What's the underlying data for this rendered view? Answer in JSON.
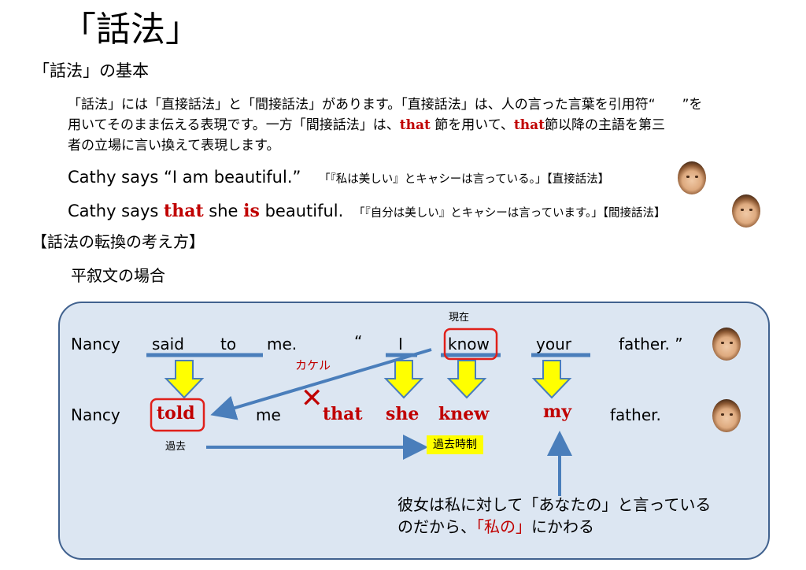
{
  "title": "「話法」",
  "basics_heading": "「話法」の基本",
  "paragraph": {
    "l1": "「話法」には「直接話法」と「間接話法」があります。「直接話法」は、人の言った言葉を引用符“　　”を",
    "l2a": "用いてそのまま伝える表現です。一方「間接話法」は、",
    "l2b": "that",
    "l2c": " 節を用いて、",
    "l2d": "that",
    "l2e": "節以降の主語を第三",
    "l3": "者の立場に言い換えて表現します。"
  },
  "examples": {
    "direct_en": "Cathy says “I am beautiful.”",
    "direct_jp": "「『私は美しい』とキャシーは言っている。」【直接話法】",
    "indirect_a": "Cathy says ",
    "indirect_that": "that",
    "indirect_b": " she ",
    "indirect_is": "is",
    "indirect_c": " beautiful.",
    "indirect_jp": "「『自分は美しい』とキャシーは言っています。」【間接話法】"
  },
  "section_heading": "【話法の転換の考え方】",
  "case_heading": "平叙文の場合",
  "diagram": {
    "present_label": "現在",
    "past_label": "過去",
    "kakeru_label": "カケル",
    "past_tense_tag": "過去時制",
    "cross_mark": "✕",
    "row1": {
      "nancy": "Nancy",
      "said": "said",
      "to": "to",
      "me": "me.",
      "quote_open": "“",
      "i": "I",
      "know": "know",
      "your": "your",
      "father": "father. ”"
    },
    "row2": {
      "nancy": "Nancy",
      "told": "told",
      "me": "me",
      "that": "that",
      "she": "she",
      "knew": "knew",
      "my": "my",
      "father": "father."
    },
    "note_l1": "彼女は私に対して「あなたの」と言っている",
    "note_l2a": "のだから、",
    "note_l2b": "「私の」",
    "note_l2c": "にかわる"
  },
  "colors": {
    "accent_red": "#c00000",
    "arrow_blue": "#4a7ebb",
    "panel_bg": "#dce6f2",
    "arrow_yellow": "#ffff00"
  }
}
